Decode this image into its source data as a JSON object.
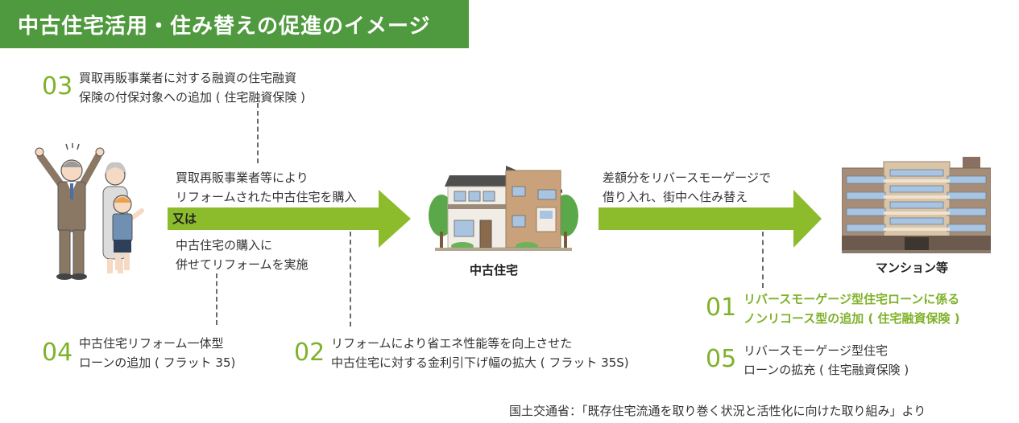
{
  "title": "中古住宅活用・住み替えの促進のイメージ",
  "items": {
    "i03": {
      "num": "03",
      "line1": "買取再販事業者に対する融資の住宅融資",
      "line2": "保険の付保対象への追加 ( 住宅融資保険 )"
    },
    "i04": {
      "num": "04",
      "line1": "中古住宅リフォーム一体型",
      "line2": "ローンの追加 ( フラット 35)"
    },
    "i02": {
      "num": "02",
      "line1": "リフォームにより省エネ性能等を向上させた",
      "line2": "中古住宅に対する金利引下げ幅の拡大 ( フラット 35S)"
    },
    "i01": {
      "num": "01",
      "line1": "リバースモーゲージ型住宅ローンに係る",
      "line2": "ノンリコース型の追加 ( 住宅融資保険 )"
    },
    "i05": {
      "num": "05",
      "line1": "リバースモーゲージ型住宅",
      "line2": "ローンの拡充 ( 住宅融資保険 )"
    }
  },
  "arrow1": {
    "line1": "買取再販事業者等により",
    "line2": "リフォームされた中古住宅を購入",
    "or": "又は",
    "line3": "中古住宅の購入に",
    "line4": "併せてリフォームを実施"
  },
  "arrow2": {
    "line1": "差額分をリバースモーゲージで",
    "line2": "借り入れ、街中へ住み替え"
  },
  "house_label": "中古住宅",
  "mansion_label": "マンション等",
  "source": "国土交通省：「既存住宅流通を取り巻く状況と活性化に向けた取り組み」より",
  "colors": {
    "title_bg": "#4f9a3e",
    "accent": "#7fb22a",
    "arrow": "#8cbc2c"
  }
}
